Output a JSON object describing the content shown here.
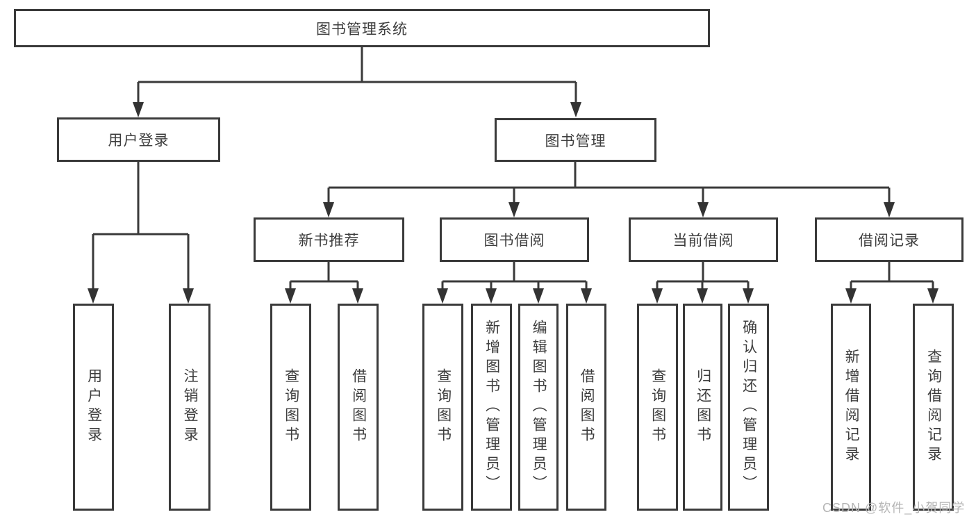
{
  "diagram": {
    "root": {
      "label": "图书管理系统"
    },
    "branches": [
      {
        "label": "用户登录",
        "children": [
          {
            "label": "用户登录"
          },
          {
            "label": "注销登录"
          }
        ]
      },
      {
        "label": "图书管理",
        "children": [
          {
            "label": "新书推荐",
            "children": [
              {
                "label": "查询图书"
              },
              {
                "label": "借阅图书"
              }
            ]
          },
          {
            "label": "图书借阅",
            "children": [
              {
                "label": "查询图书"
              },
              {
                "label": "新增图书（管理员）"
              },
              {
                "label": "编辑图书（管理员）"
              },
              {
                "label": "借阅图书"
              }
            ]
          },
          {
            "label": "当前借阅",
            "children": [
              {
                "label": "查询图书"
              },
              {
                "label": "归还图书"
              },
              {
                "label": "确认归还（管理员）"
              }
            ]
          },
          {
            "label": "借阅记录",
            "children": [
              {
                "label": "新增借阅记录"
              },
              {
                "label": "查询借阅记录"
              }
            ]
          }
        ]
      }
    ]
  },
  "watermark": {
    "text": "CSDN @软件_小贺同学"
  },
  "colors": {
    "line": "#3a3a3a",
    "text": "#3d3d3d",
    "background": "#ffffff",
    "watermark": "#b5b5b5"
  }
}
